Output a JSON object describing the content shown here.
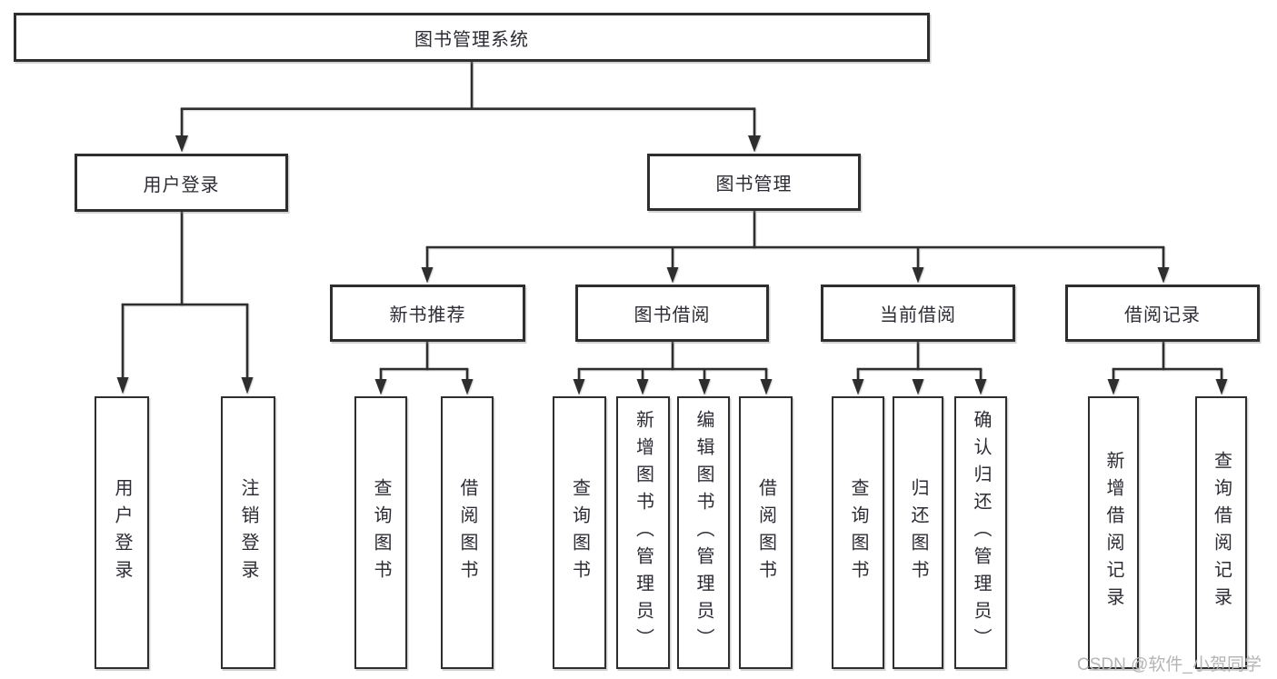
{
  "diagram": {
    "root": {
      "label": "图书管理系统"
    },
    "branches": [
      {
        "label": "用户登录",
        "children": [
          {
            "label": "用户登录"
          },
          {
            "label": "注销登录"
          }
        ]
      },
      {
        "label": "图书管理",
        "children": [
          {
            "label": "新书推荐",
            "children": [
              {
                "label": "查询图书"
              },
              {
                "label": "借阅图书"
              }
            ]
          },
          {
            "label": "图书借阅",
            "children": [
              {
                "label": "查询图书"
              },
              {
                "label": "新增图书（管理员）"
              },
              {
                "label": "编辑图书（管理员）"
              },
              {
                "label": "借阅图书"
              }
            ]
          },
          {
            "label": "当前借阅",
            "children": [
              {
                "label": "查询图书"
              },
              {
                "label": "归还图书"
              },
              {
                "label": "确认归还（管理员）"
              }
            ]
          },
          {
            "label": "借阅记录",
            "children": [
              {
                "label": "新增借阅记录"
              },
              {
                "label": "查询借阅记录"
              }
            ]
          }
        ]
      }
    ]
  },
  "watermark": {
    "text": "CSDN @软件_小贺同学"
  },
  "colors": {
    "line": "#2e2e2e",
    "box_border": "#2e2e2e",
    "text": "#2c2c34",
    "watermark": "#b5b5b5",
    "background": "#ffffff"
  }
}
